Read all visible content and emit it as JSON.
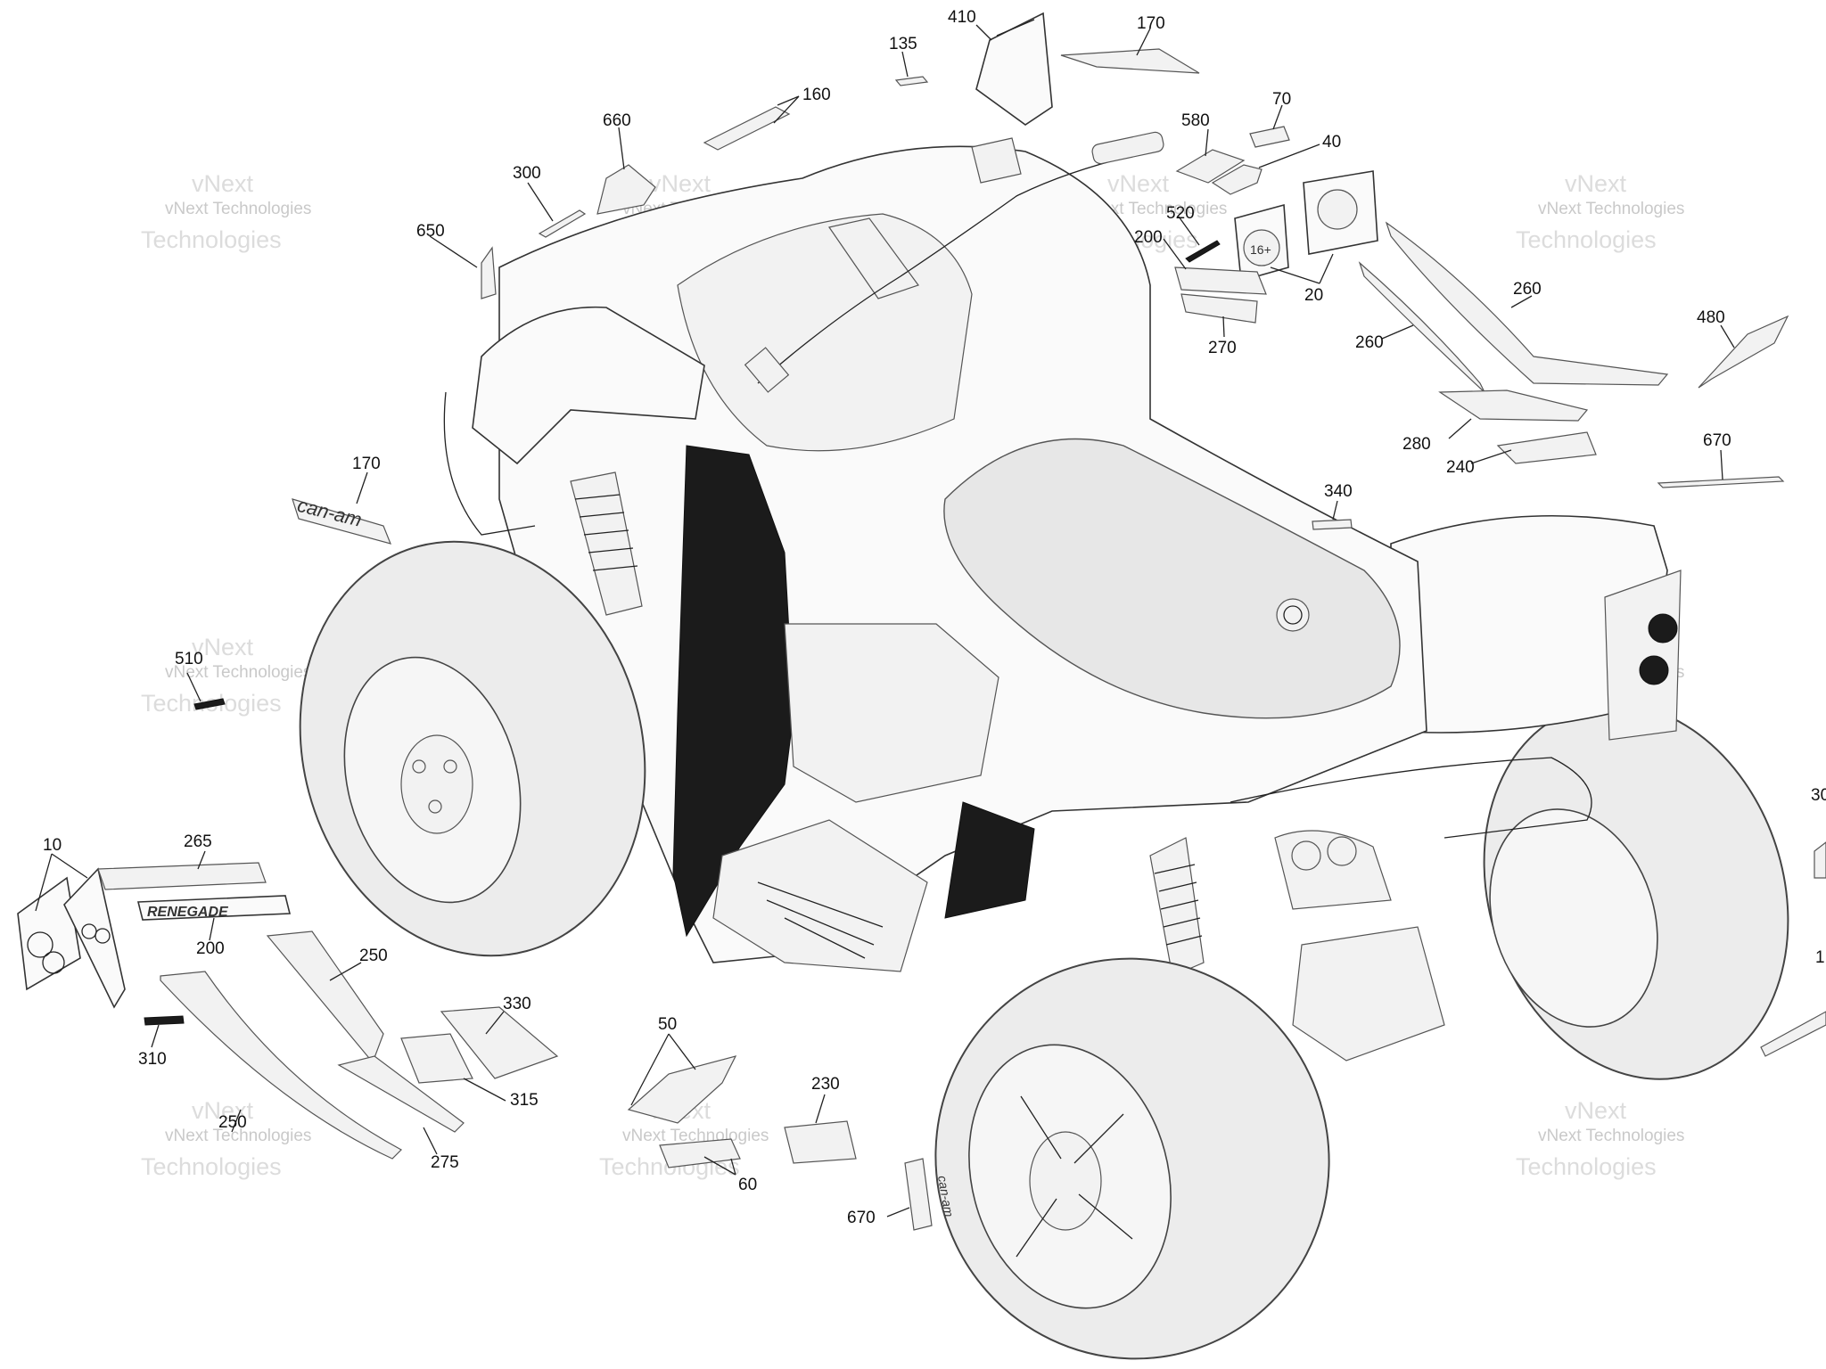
{
  "watermark": {
    "line1": "vNext Technologies",
    "line2": "vNext",
    "line3": "Technologies"
  },
  "decal_texts": {
    "can_am": "can-am",
    "renegade": "RENEGADE",
    "age_16": "16+"
  },
  "callouts": [
    {
      "id": "c410",
      "text": "410"
    },
    {
      "id": "c170a",
      "text": "170"
    },
    {
      "id": "c135",
      "text": "135"
    },
    {
      "id": "c160",
      "text": "160"
    },
    {
      "id": "c660",
      "text": "660"
    },
    {
      "id": "c300a",
      "text": "300"
    },
    {
      "id": "c650",
      "text": "650"
    },
    {
      "id": "c70",
      "text": "70"
    },
    {
      "id": "c580",
      "text": "580"
    },
    {
      "id": "c40",
      "text": "40"
    },
    {
      "id": "c520",
      "text": "520"
    },
    {
      "id": "c200a",
      "text": "200"
    },
    {
      "id": "c20",
      "text": "20"
    },
    {
      "id": "c270",
      "text": "270"
    },
    {
      "id": "c260a",
      "text": "260"
    },
    {
      "id": "c260b",
      "text": "260"
    },
    {
      "id": "c480",
      "text": "480"
    },
    {
      "id": "c280",
      "text": "280"
    },
    {
      "id": "c240",
      "text": "240"
    },
    {
      "id": "c670a",
      "text": "670"
    },
    {
      "id": "c340",
      "text": "340"
    },
    {
      "id": "c170b",
      "text": "170"
    },
    {
      "id": "c510",
      "text": "510"
    },
    {
      "id": "c10",
      "text": "10"
    },
    {
      "id": "c265",
      "text": "265"
    },
    {
      "id": "c200b",
      "text": "200"
    },
    {
      "id": "c250a",
      "text": "250"
    },
    {
      "id": "c330",
      "text": "330"
    },
    {
      "id": "c310",
      "text": "310"
    },
    {
      "id": "c315",
      "text": "315"
    },
    {
      "id": "c250b",
      "text": "250"
    },
    {
      "id": "c275",
      "text": "275"
    },
    {
      "id": "c50",
      "text": "50"
    },
    {
      "id": "c230",
      "text": "230"
    },
    {
      "id": "c60",
      "text": "60"
    },
    {
      "id": "c670b",
      "text": "670"
    },
    {
      "id": "c30x",
      "text": "30"
    },
    {
      "id": "c1x",
      "text": "1"
    }
  ]
}
